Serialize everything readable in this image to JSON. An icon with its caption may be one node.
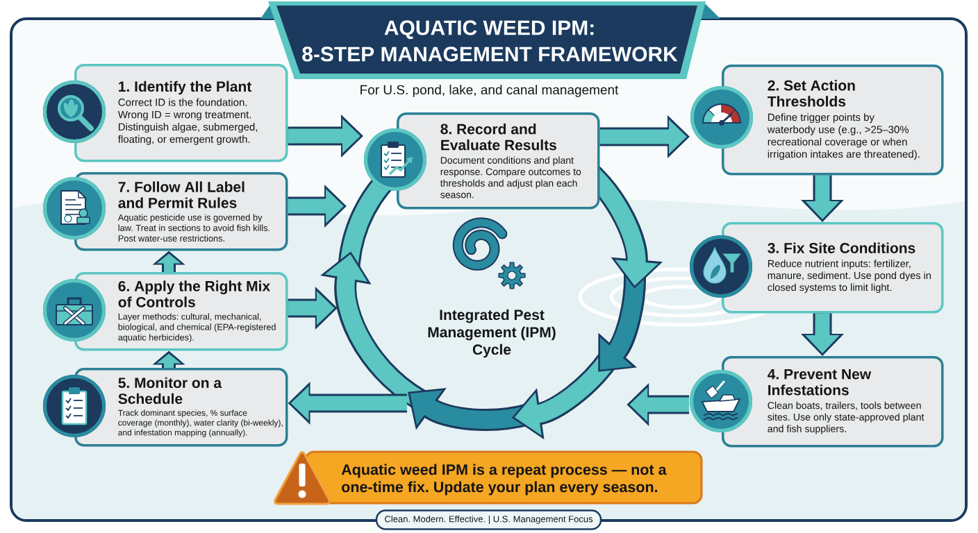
{
  "diagram": {
    "title": "AQUATIC WEED IPM: 8-STEP MANAGEMENT FRAMEWORK",
    "nodes": [
      {
        "text": [
          "1. Identify the Plant",
          "Correct ID is the foundation. Wrong ID = wrong treatment. Distinguish algae, submerged, floating, or emergent growth."
        ]
      },
      {
        "text": [
          "2. Set Action Thresholds",
          "Define trigger points by waterbody use (e.g., >25–30% recreational coverage or when irrigation intakes are threatened)."
        ]
      },
      {
        "text": [
          "8. Record and Evaluate Results",
          "Document conditions and plant response. Compare outcomes to thresholds and adjust plan each season."
        ]
      },
      {
        "text": [
          "7. Follow All Label and Permit Rules",
          "Aquatic pesticide use is governed by law. Treat in sections to avoid fish kills. Post water-use restrictions."
        ]
      },
      {
        "text": [
          "3. Fix Site Conditions",
          "Reduce nutrient inputs: fertilizer, manure, sediment. Use pond dyes in closed systems to limit light."
        ]
      },
      {
        "text": [
          "6. Apply the Right Mix of Controls",
          "Layer methods: cultural, mechanical, biological, and chemical (EPA-registered aquatic herbicides)."
        ]
      },
      {
        "text": [
          "Integrated Pest Management (IPM) Cycle"
        ]
      },
      {
        "text": [
          "4. Prevent New Infestations",
          "Clean boats, trailers, tools between sites. Use only state-approved plant and fish suppliers."
        ]
      },
      {
        "text": [
          "5. Monitor on a Schedule",
          "Track dominant species, % surface coverage (monthly), water clarity (bi-weekly), and infestation mapping (annually)."
        ]
      },
      {
        "text": [
          "Aquatic weed IPM is a repeat process — not a one-time fix. Update your plan every season."
        ]
      },
      {
        "text": [
          "Clean. Modern. Effective. | U.S. Management Focus"
        ]
      }
    ],
    "edges": [
      {
        "from": 0,
        "to": 2,
        "arrow": "to"
      },
      {
        "from": 2,
        "to": 1,
        "arrow": "to"
      },
      {
        "from": 1,
        "to": 4,
        "arrow": "to"
      },
      {
        "from": 4,
        "to": 7,
        "arrow": "to"
      },
      {
        "from": 7,
        "to": 6,
        "arrow": "to"
      },
      {
        "from": 6,
        "to": 8,
        "arrow": "to"
      },
      {
        "from": 8,
        "to": 5,
        "arrow": "to"
      },
      {
        "from": 5,
        "to": 3,
        "arrow": "to"
      },
      {
        "from": 3,
        "to": 6,
        "arrow": "to"
      },
      {
        "from": 5,
        "to": 6,
        "arrow": "to"
      }
    ],
    "labels": [
      "For U.S. pond, lake, and canal management"
    ]
  }
}
